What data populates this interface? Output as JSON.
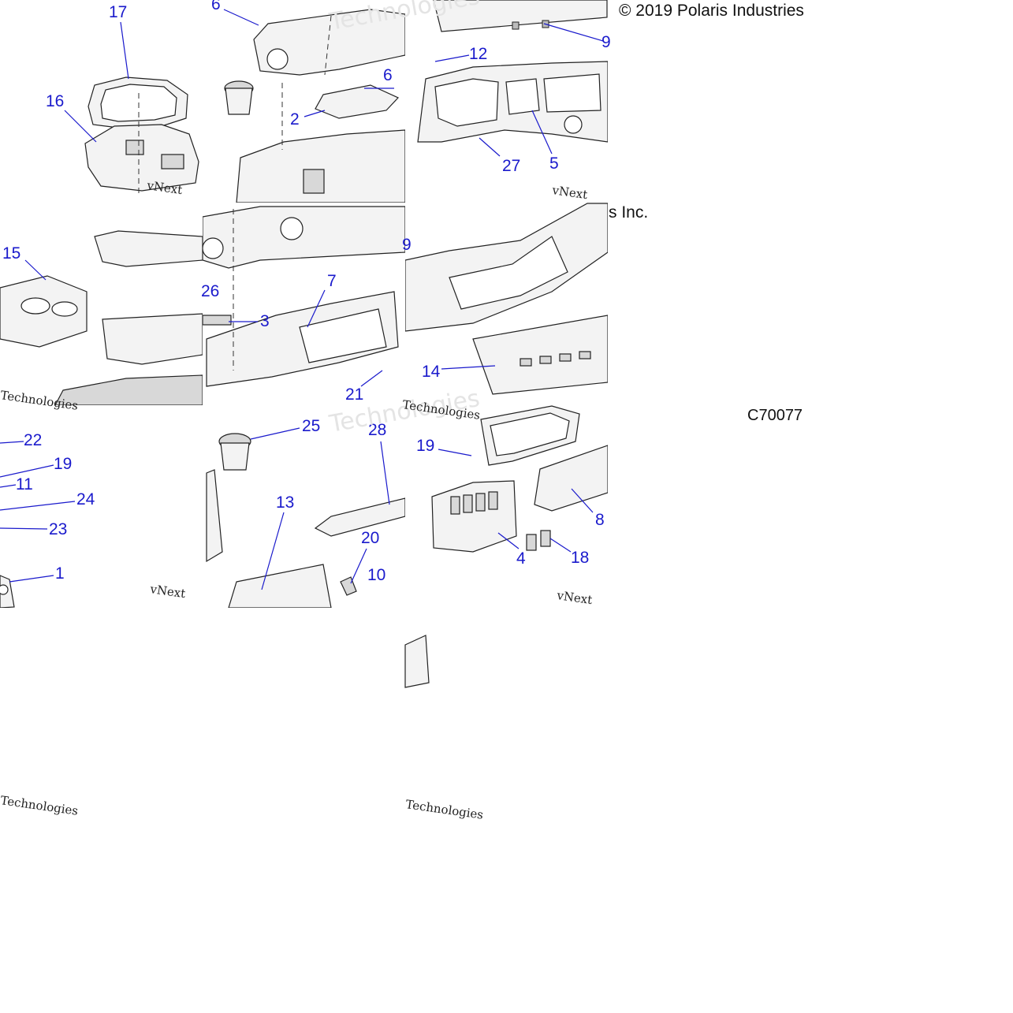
{
  "copyright": "© 2019 Polaris Industries",
  "copyright_tail": "s Inc.",
  "diagram_code": "C70077",
  "watermark_line1": "vNext",
  "watermark_line2": "Technologies",
  "callouts": [
    "1",
    "2",
    "3",
    "4",
    "5",
    "6",
    "7",
    "8",
    "9",
    "10",
    "11",
    "12",
    "13",
    "14",
    "15",
    "16",
    "17",
    "18",
    "19",
    "20",
    "21",
    "22",
    "23",
    "24",
    "25",
    "26",
    "27",
    "28"
  ]
}
